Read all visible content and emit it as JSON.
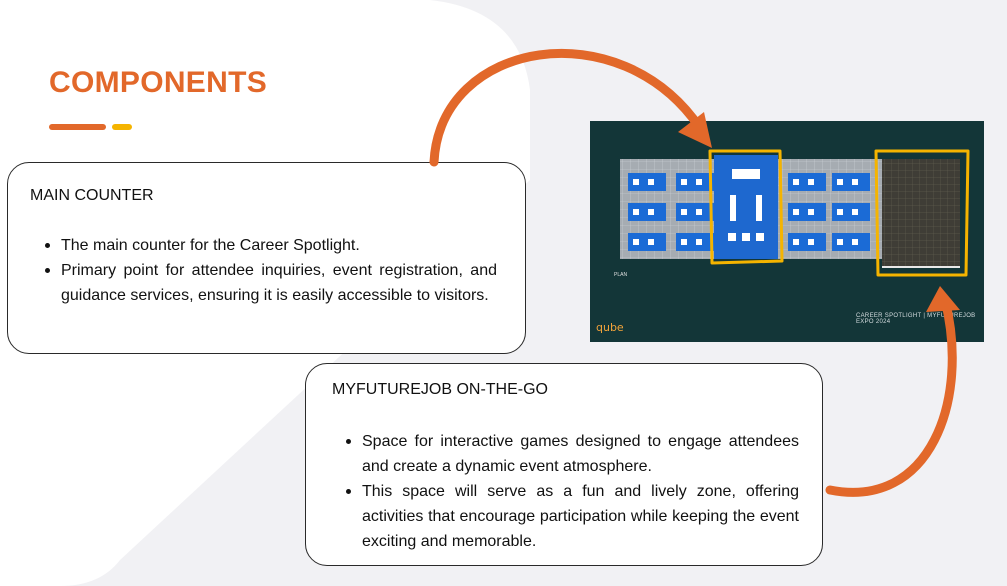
{
  "heading": "COMPONENTS",
  "colors": {
    "accent": "#e2682a",
    "accent_secondary": "#f5b400",
    "highlight": "#f5b400"
  },
  "cards": [
    {
      "title": "MAIN COUNTER",
      "bullets": [
        "The main counter for the Career Spotlight.",
        "Primary point for attendee inquiries, event registration, and guidance services, ensuring it is easily accessible to visitors."
      ]
    },
    {
      "title": "MYFUTUREJOB ON-THE-GO",
      "bullets": [
        "Space for interactive games designed to engage attendees and create a dynamic event atmosphere.",
        "This space will serve as a fun and lively zone, offering activities that encourage participation while keeping the event exciting and memorable."
      ]
    }
  ],
  "floorplan": {
    "caption": "CAREER SPOTLIGHT | MYFUTUREJOB EXPO 2024",
    "logo": "qube",
    "tag": "PLAN",
    "icons": [
      "arrow-to-main-counter-icon",
      "arrow-to-myfuturejob-zone-icon"
    ]
  }
}
